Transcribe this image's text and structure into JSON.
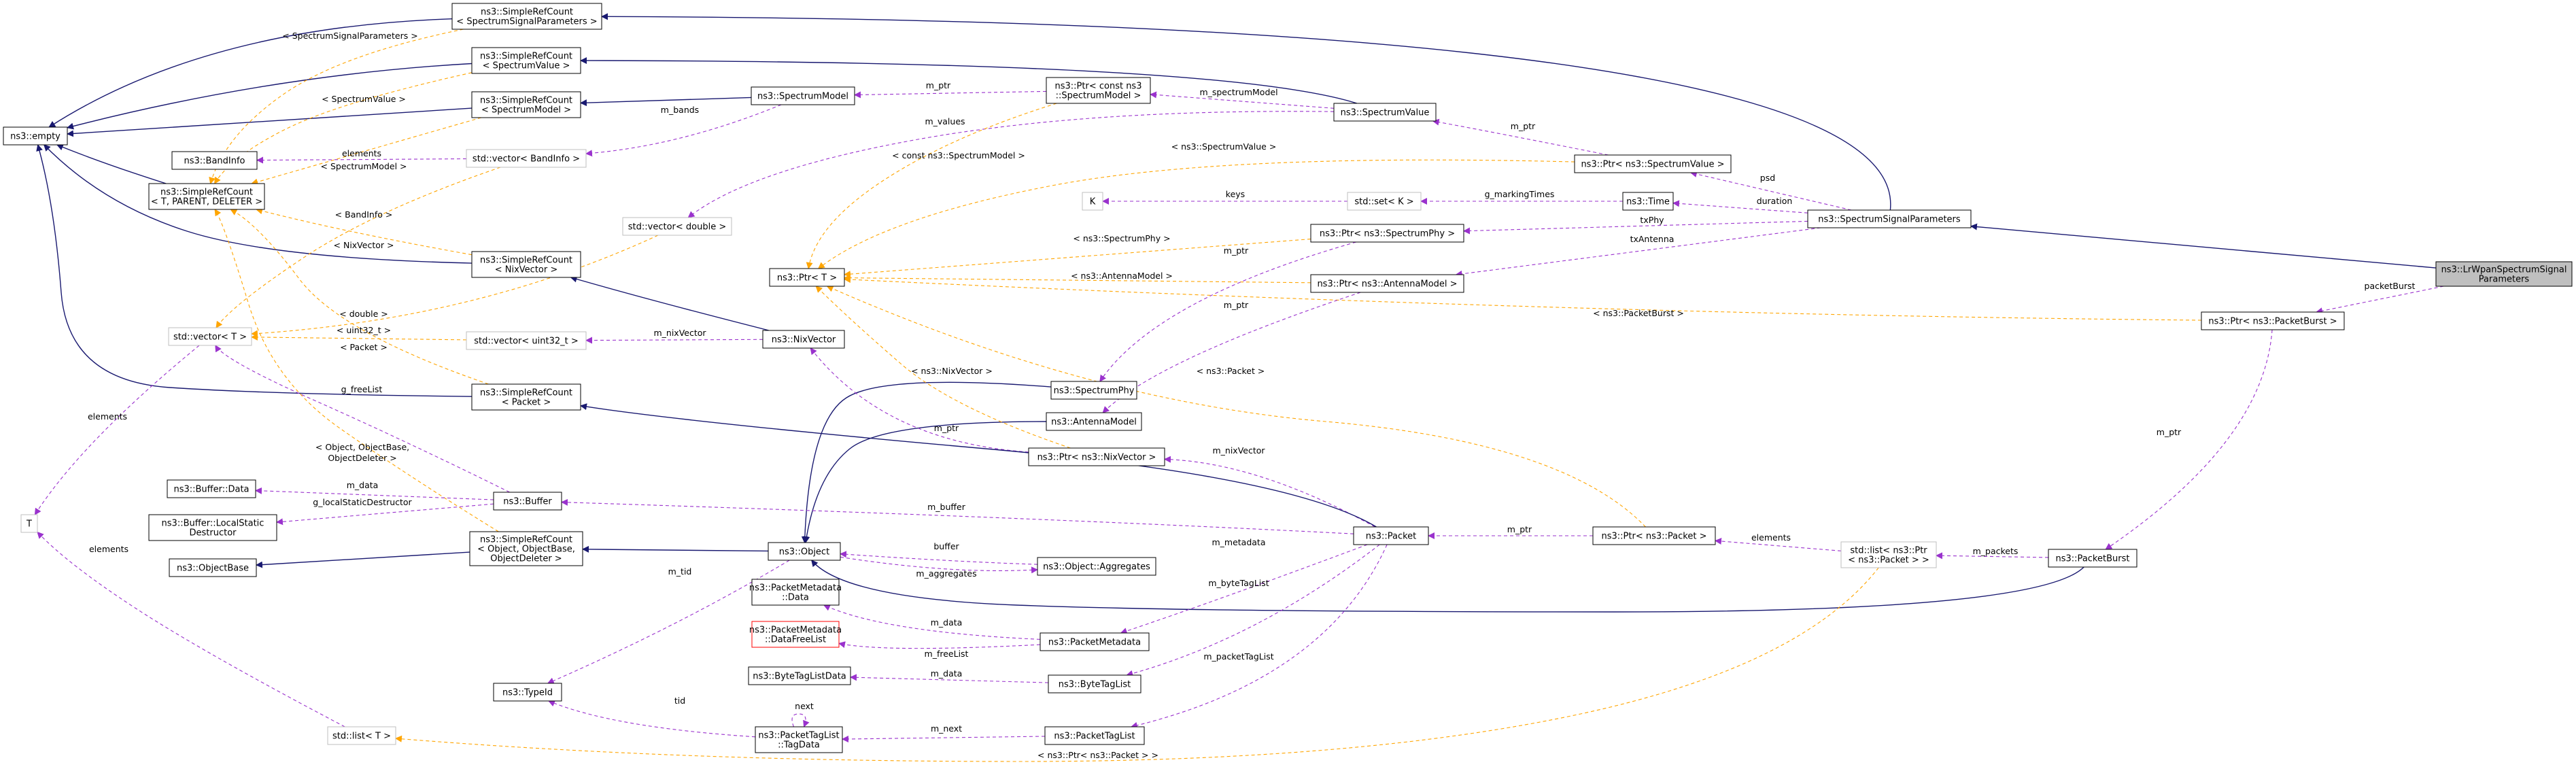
{
  "diagram": {
    "title": "ns3::LrWpanSpectrumSignalParameters collaboration graph",
    "colors": {
      "inherit": "#191970",
      "usage": "#9a32cd",
      "template": "#ffa500",
      "node_border": "#000000",
      "node_border_template": "#bfbfbf",
      "node_border_missing": "#ff0000",
      "highlight_fill": "#bfbfbf"
    },
    "nodes": [
      {
        "id": "main",
        "lines": [
          "ns3::LrWpanSpectrumSignal",
          "Parameters"
        ],
        "style": "highlight"
      },
      {
        "id": "ssp",
        "lines": [
          "ns3::SpectrumSignalParameters"
        ]
      },
      {
        "id": "ptr_pb",
        "lines": [
          "ns3::Ptr< ns3::PacketBurst >"
        ]
      },
      {
        "id": "pb",
        "lines": [
          "ns3::PacketBurst"
        ]
      },
      {
        "id": "list_ptr_packet",
        "lines": [
          "std::list< ns3::Ptr",
          "< ns3::Packet > >"
        ],
        "style": "template"
      },
      {
        "id": "ptr_packet",
        "lines": [
          "ns3::Ptr< ns3::Packet >"
        ]
      },
      {
        "id": "packet",
        "lines": [
          "ns3::Packet"
        ]
      },
      {
        "id": "time",
        "lines": [
          "ns3::Time"
        ]
      },
      {
        "id": "set_k",
        "lines": [
          "std::set< K >"
        ],
        "style": "template"
      },
      {
        "id": "K",
        "lines": [
          "K"
        ],
        "style": "template"
      },
      {
        "id": "ptr_sv",
        "lines": [
          "ns3::Ptr< ns3::SpectrumValue >"
        ]
      },
      {
        "id": "ptr_sphy",
        "lines": [
          "ns3::Ptr< ns3::SpectrumPhy >"
        ]
      },
      {
        "id": "ptr_am",
        "lines": [
          "ns3::Ptr< ns3::AntennaModel >"
        ]
      },
      {
        "id": "sv",
        "lines": [
          "ns3::SpectrumValue"
        ]
      },
      {
        "id": "ptr_csm",
        "lines": [
          "ns3::Ptr< const ns3",
          "::SpectrumModel >"
        ]
      },
      {
        "id": "sm",
        "lines": [
          "ns3::SpectrumModel"
        ]
      },
      {
        "id": "src_ssp",
        "lines": [
          "ns3::SimpleRefCount",
          "< SpectrumSignalParameters >"
        ]
      },
      {
        "id": "src_sv",
        "lines": [
          "ns3::SimpleRefCount",
          "< SpectrumValue >"
        ]
      },
      {
        "id": "src_sm",
        "lines": [
          "ns3::SimpleRefCount",
          "< SpectrumModel >"
        ]
      },
      {
        "id": "empty",
        "lines": [
          "ns3::empty"
        ]
      },
      {
        "id": "bandinfo",
        "lines": [
          "ns3::BandInfo"
        ]
      },
      {
        "id": "vec_bandinfo",
        "lines": [
          "std::vector< BandInfo >"
        ],
        "style": "template"
      },
      {
        "id": "src_tpd",
        "lines": [
          "ns3::SimpleRefCount",
          "< T, PARENT, DELETER >"
        ]
      },
      {
        "id": "vec_double",
        "lines": [
          "std::vector< double >"
        ],
        "style": "template"
      },
      {
        "id": "ptr_T",
        "lines": [
          "ns3::Ptr< T >"
        ]
      },
      {
        "id": "src_nix",
        "lines": [
          "ns3::SimpleRefCount",
          "< NixVector >"
        ]
      },
      {
        "id": "vec_T",
        "lines": [
          "std::vector< T >"
        ],
        "style": "template"
      },
      {
        "id": "vec_uint",
        "lines": [
          "std::vector< uint32_t >"
        ],
        "style": "template"
      },
      {
        "id": "nix",
        "lines": [
          "ns3::NixVector"
        ]
      },
      {
        "id": "sphy",
        "lines": [
          "ns3::SpectrumPhy"
        ]
      },
      {
        "id": "src_packet",
        "lines": [
          "ns3::SimpleRefCount",
          "< Packet >"
        ]
      },
      {
        "id": "am",
        "lines": [
          "ns3::AntennaModel"
        ]
      },
      {
        "id": "ptr_nix",
        "lines": [
          "ns3::Ptr< ns3::NixVector >"
        ]
      },
      {
        "id": "T",
        "lines": [
          "T"
        ],
        "style": "template"
      },
      {
        "id": "buf_data",
        "lines": [
          "ns3::Buffer::Data"
        ]
      },
      {
        "id": "buffer",
        "lines": [
          "ns3::Buffer"
        ]
      },
      {
        "id": "buf_lsd",
        "lines": [
          "ns3::Buffer::LocalStatic",
          "Destructor"
        ]
      },
      {
        "id": "src_obj",
        "lines": [
          "ns3::SimpleRefCount",
          "< Object, ObjectBase,",
          "ObjectDeleter >"
        ]
      },
      {
        "id": "objbase",
        "lines": [
          "ns3::ObjectBase"
        ]
      },
      {
        "id": "object",
        "lines": [
          "ns3::Object"
        ]
      },
      {
        "id": "aggregates",
        "lines": [
          "ns3::Object::Aggregates"
        ]
      },
      {
        "id": "pm_data",
        "lines": [
          "ns3::PacketMetadata",
          "::Data"
        ]
      },
      {
        "id": "pm_dfl",
        "lines": [
          "ns3::PacketMetadata",
          "::DataFreeList"
        ],
        "style": "missing"
      },
      {
        "id": "pm",
        "lines": [
          "ns3::PacketMetadata"
        ]
      },
      {
        "id": "btld",
        "lines": [
          "ns3::ByteTagListData"
        ]
      },
      {
        "id": "btl",
        "lines": [
          "ns3::ByteTagList"
        ]
      },
      {
        "id": "typeid",
        "lines": [
          "ns3::TypeId"
        ]
      },
      {
        "id": "list_T",
        "lines": [
          "std::list< T >"
        ],
        "style": "template"
      },
      {
        "id": "ptl_tagdata",
        "lines": [
          "ns3::PacketTagList",
          "::TagData"
        ]
      },
      {
        "id": "ptl",
        "lines": [
          "ns3::PacketTagList"
        ]
      }
    ],
    "edge_labels": [
      {
        "id": "l_packetBurst",
        "text": "packetBurst"
      },
      {
        "id": "l_psd",
        "text": "psd"
      },
      {
        "id": "l_duration",
        "text": "duration"
      },
      {
        "id": "l_txPhy",
        "text": "txPhy"
      },
      {
        "id": "l_txAntenna",
        "text": "txAntenna"
      },
      {
        "id": "l_mptr_pb",
        "text": "m_ptr"
      },
      {
        "id": "l_mpackets",
        "text": "m_packets"
      },
      {
        "id": "l_elements_lpp",
        "text": "elements"
      },
      {
        "id": "l_mptr_pp",
        "text": "m_ptr"
      },
      {
        "id": "l_markingTimes",
        "text": "g_markingTimes"
      },
      {
        "id": "l_keys",
        "text": "keys"
      },
      {
        "id": "l_mptr_sv",
        "text": "m_ptr"
      },
      {
        "id": "l_mspectrumModel",
        "text": "m_spectrumModel"
      },
      {
        "id": "l_mptr_sm",
        "text": "m_ptr"
      },
      {
        "id": "l_mbands",
        "text": "m_bands"
      },
      {
        "id": "l_mvalues",
        "text": "m_values"
      },
      {
        "id": "l_t_ssp",
        "text": "< SpectrumSignalParameters >"
      },
      {
        "id": "l_t_sv",
        "text": "< SpectrumValue >"
      },
      {
        "id": "l_t_sm",
        "text": "< SpectrumModel >"
      },
      {
        "id": "l_elements_bi",
        "text": "elements"
      },
      {
        "id": "l_t_bandinfo",
        "text": "< BandInfo >"
      },
      {
        "id": "l_t_nixvector",
        "text": "< NixVector >"
      },
      {
        "id": "l_t_double",
        "text": "< double >"
      },
      {
        "id": "l_t_uint",
        "text": "< uint32_t >"
      },
      {
        "id": "l_t_packet_vec",
        "text": "< Packet >"
      },
      {
        "id": "l_elements_T",
        "text": "elements"
      },
      {
        "id": "l_elements_T2",
        "text": "elements"
      },
      {
        "id": "l_t_csm",
        "text": "< const ns3::SpectrumModel >"
      },
      {
        "id": "l_t_sv_ptr",
        "text": "< ns3::SpectrumValue >"
      },
      {
        "id": "l_t_sphy",
        "text": "< ns3::SpectrumPhy >"
      },
      {
        "id": "l_t_am",
        "text": "< ns3::AntennaModel >"
      },
      {
        "id": "l_t_pb",
        "text": "< ns3::PacketBurst >"
      },
      {
        "id": "l_t_nix",
        "text": "< ns3::NixVector >"
      },
      {
        "id": "l_t_packet",
        "text": "< ns3::Packet >"
      },
      {
        "id": "l_t_lpp",
        "text": "< ns3::Ptr< ns3::Packet > >"
      },
      {
        "id": "l_t_obj",
        "text": "< Object, ObjectBase,"
      },
      {
        "id": "l_t_obj2",
        "text": "ObjectDeleter >"
      },
      {
        "id": "l_mptr_sphy",
        "text": "m_ptr"
      },
      {
        "id": "l_mptr_am",
        "text": "m_ptr"
      },
      {
        "id": "l_mnixvector_uint",
        "text": "m_nixVector"
      },
      {
        "id": "l_mptr_nix",
        "text": "m_ptr"
      },
      {
        "id": "l_mnixVector",
        "text": "m_nixVector"
      },
      {
        "id": "l_gfreeList",
        "text": "g_freeList"
      },
      {
        "id": "l_mdata_buf",
        "text": "m_data"
      },
      {
        "id": "l_lsd",
        "text": "g_localStaticDestructor"
      },
      {
        "id": "l_mbuffer",
        "text": "m_buffer"
      },
      {
        "id": "l_buffer",
        "text": "buffer"
      },
      {
        "id": "l_maggregates",
        "text": "m_aggregates"
      },
      {
        "id": "l_mtid",
        "text": "m_tid"
      },
      {
        "id": "l_mmetadata",
        "text": "m_metadata"
      },
      {
        "id": "l_mdata_pm",
        "text": "m_data"
      },
      {
        "id": "l_mfreeList",
        "text": "m_freeList"
      },
      {
        "id": "l_mbyteTagList",
        "text": "m_byteTagList"
      },
      {
        "id": "l_mdata_btl",
        "text": "m_data"
      },
      {
        "id": "l_mpacketTagList",
        "text": "m_packetTagList"
      },
      {
        "id": "l_tid",
        "text": "tid"
      },
      {
        "id": "l_next",
        "text": "next"
      },
      {
        "id": "l_mnext",
        "text": "m_next"
      }
    ]
  }
}
